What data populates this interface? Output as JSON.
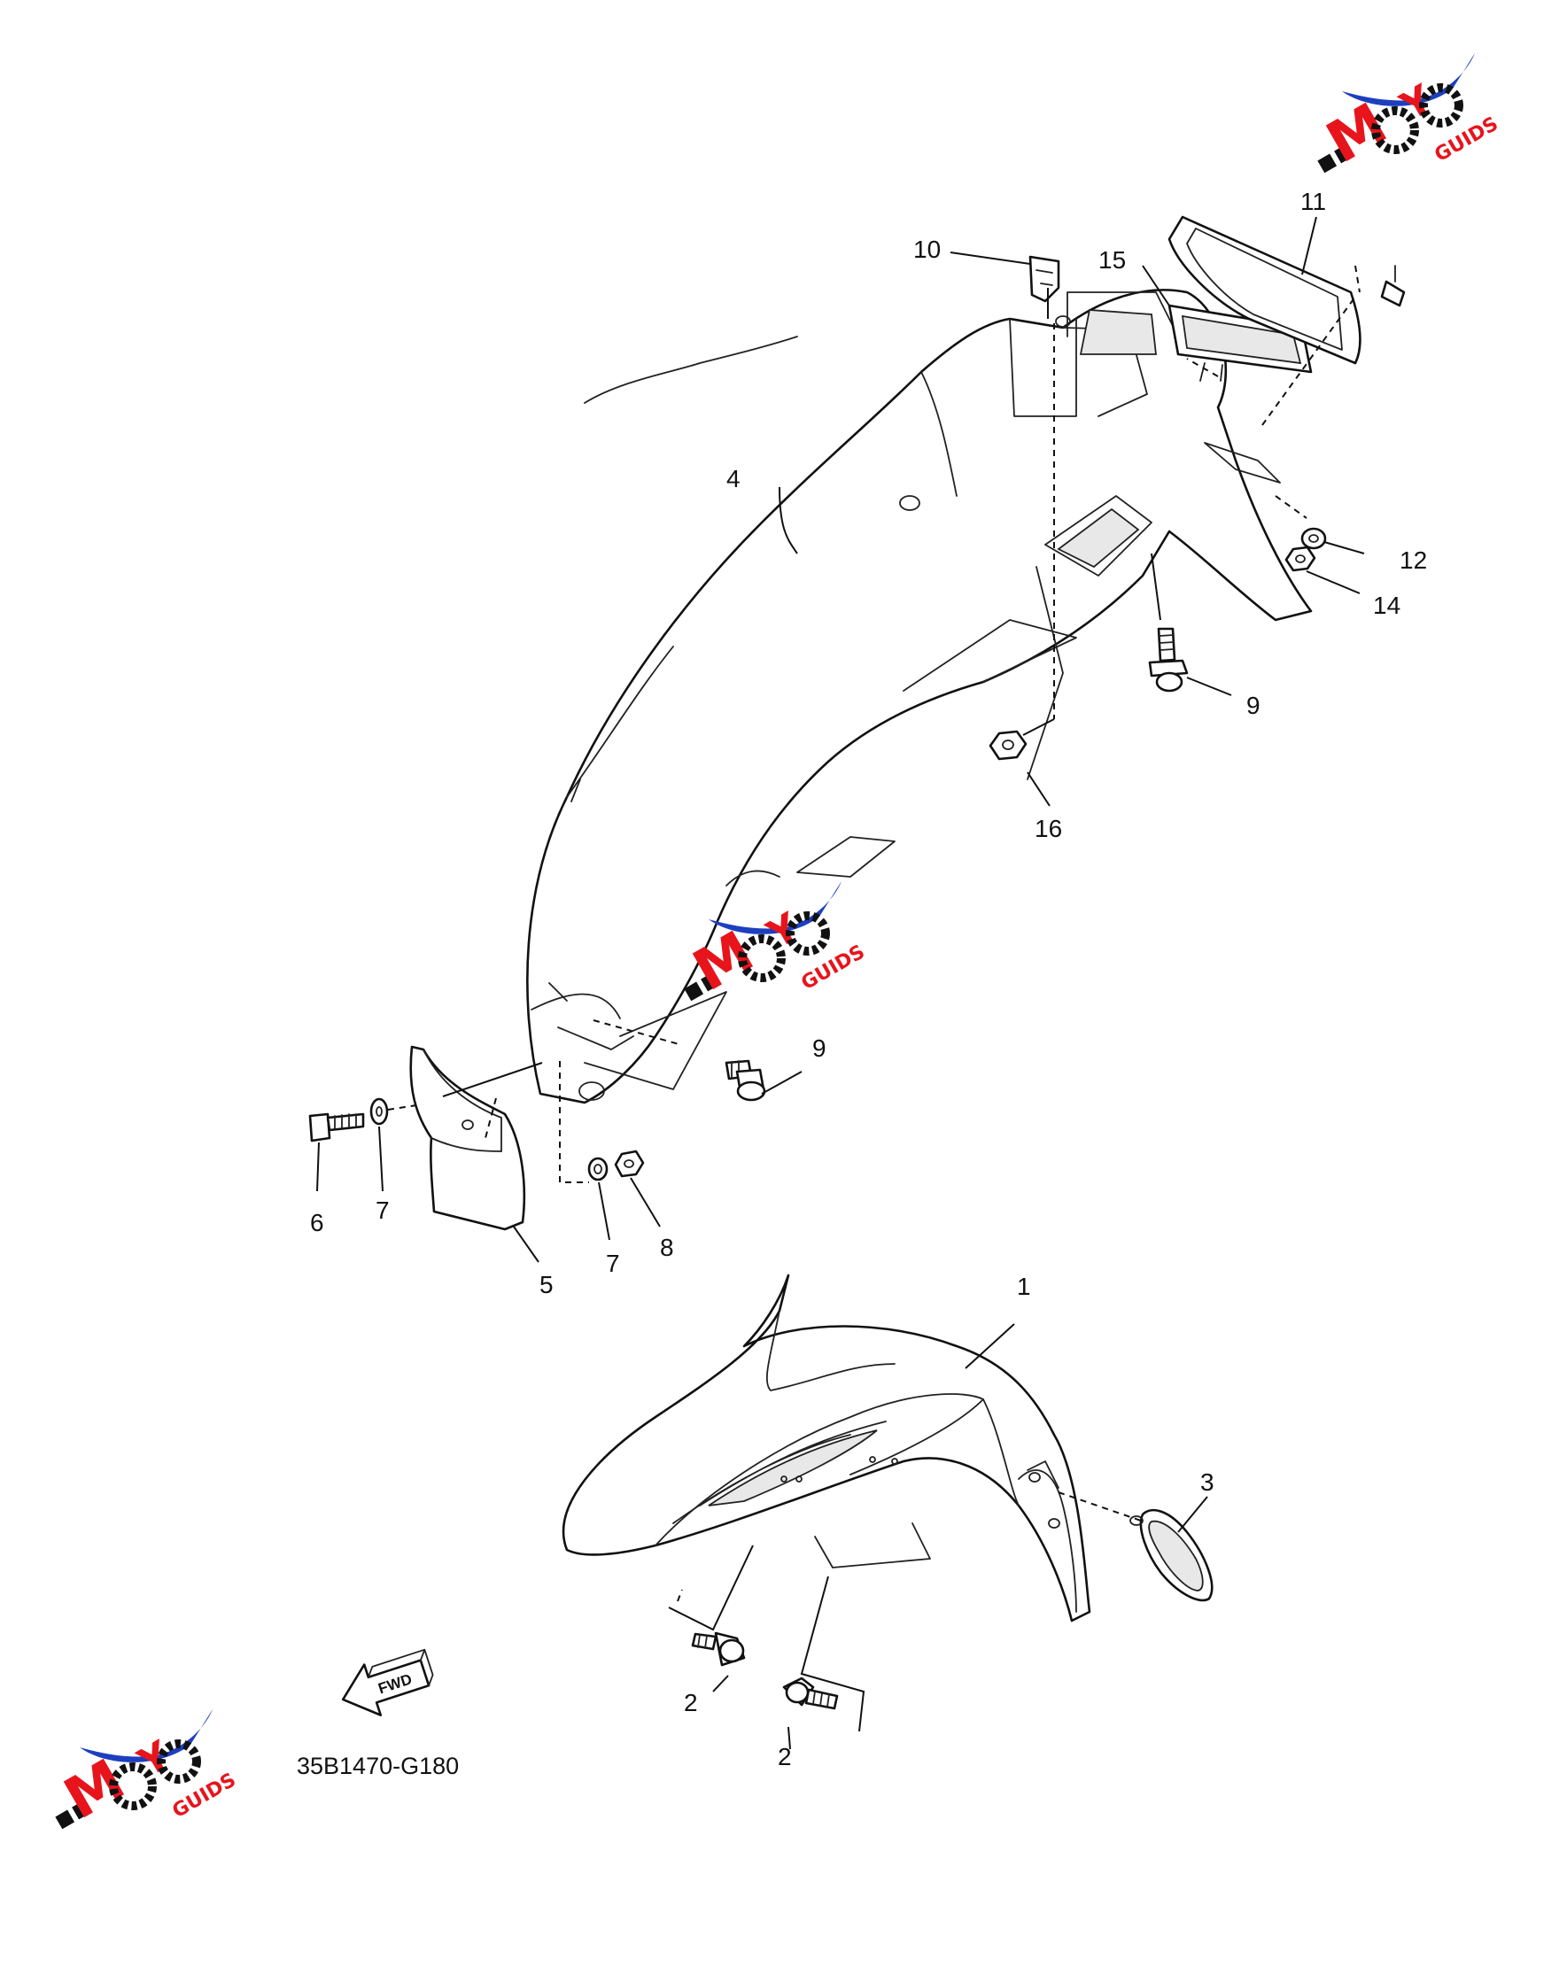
{
  "diagram": {
    "callouts": [
      {
        "id": "1",
        "label": "1"
      },
      {
        "id": "2a",
        "label": "2"
      },
      {
        "id": "2b",
        "label": "2"
      },
      {
        "id": "3",
        "label": "3"
      },
      {
        "id": "4",
        "label": "4"
      },
      {
        "id": "5",
        "label": "5"
      },
      {
        "id": "6",
        "label": "6"
      },
      {
        "id": "7a",
        "label": "7"
      },
      {
        "id": "7b",
        "label": "7"
      },
      {
        "id": "8",
        "label": "8"
      },
      {
        "id": "9a",
        "label": "9"
      },
      {
        "id": "9b",
        "label": "9"
      },
      {
        "id": "10",
        "label": "10"
      },
      {
        "id": "11",
        "label": "11"
      },
      {
        "id": "12",
        "label": "12"
      },
      {
        "id": "14",
        "label": "14"
      },
      {
        "id": "15",
        "label": "15"
      },
      {
        "id": "16",
        "label": "16"
      }
    ],
    "catalog_number": "35B1470-G180",
    "direction_arrow": {
      "label": "FWD",
      "icon": "forward-arrow-icon"
    }
  },
  "watermark": {
    "brand": "MOTO GUIDS",
    "prefix": "MOTO",
    "suffix": "GUIDS",
    "icon": "moto-guids-logo-icon",
    "colors": {
      "swoosh": "#1d3fbf",
      "letters": "#e8141c",
      "gears": "#111111"
    }
  }
}
